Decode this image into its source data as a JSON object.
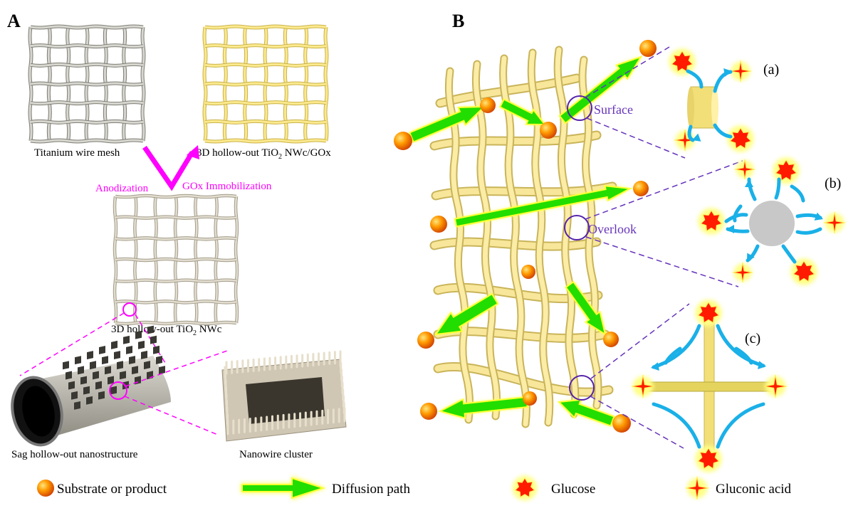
{
  "panel_a": {
    "letter": "A",
    "titanium_label": "Titanium wire mesh",
    "gox_label_pre": "3D hollow-out  TiO",
    "gox_label_sub": "2",
    "gox_label_post": " NWc/GOx",
    "anodization_label": "Anodization",
    "immobilization_label": "GOx  Immobilization",
    "nwc_label_pre": "3D hollow-out  TiO",
    "nwc_label_sub": "2",
    "nwc_label_post": " NWc",
    "sag_label": "Sag hollow-out nanostructure",
    "cluster_label": "Nanowire cluster"
  },
  "panel_b": {
    "letter": "B",
    "surface_label": "Surface",
    "overlook_label": "Overlook",
    "inset_a": "(a)",
    "inset_b": "(b)",
    "inset_c": "(c)"
  },
  "legend": {
    "substrate": "Substrate or product",
    "diffusion": "Diffusion path",
    "glucose": "Glucose",
    "gluconic": "Gluconic acid"
  },
  "colors": {
    "magenta": "#ff00ff",
    "wire_yellow": "#f5e08a",
    "arrow_green": "#22dd00",
    "arrow_glow": "#ffff66",
    "glucose_red": "#ff1a00",
    "flow_blue": "#1ab0e8",
    "circle_purple": "#5522aa",
    "dash_purple": "#6633bb"
  }
}
